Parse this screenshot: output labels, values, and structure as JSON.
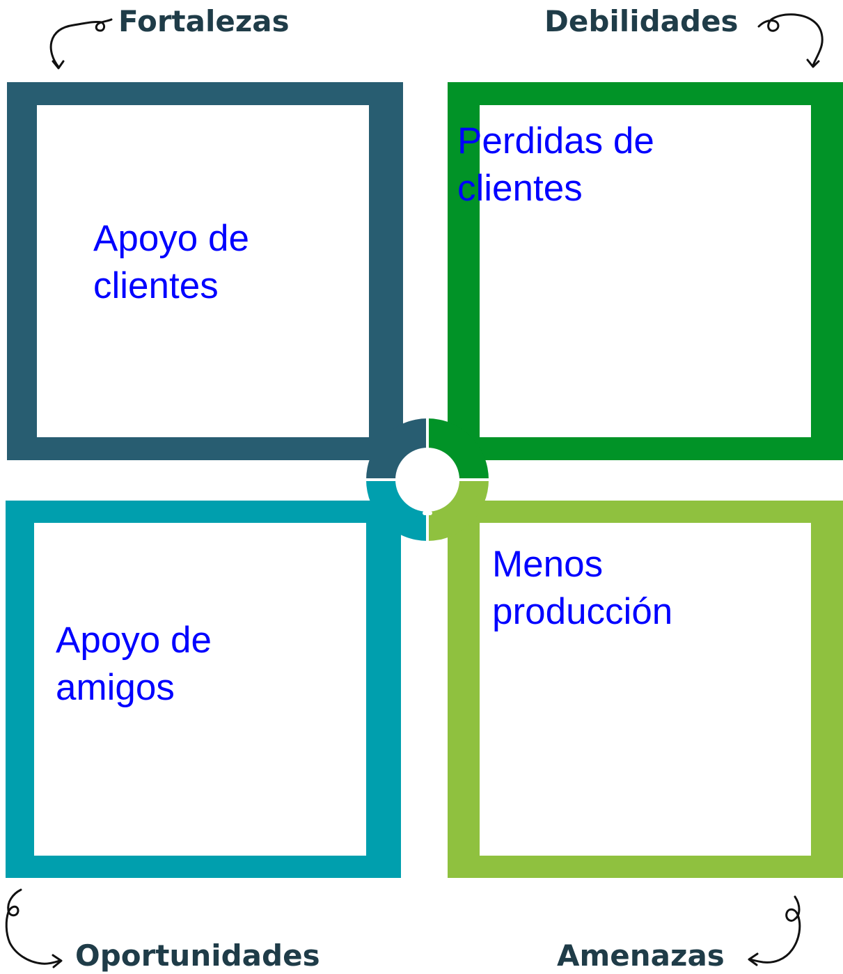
{
  "colors": {
    "heading": "#1f3c48",
    "fortalezas": "#285d71",
    "debilidades": "#019327",
    "oportunidades": "#009fae",
    "amenazas": "#8fc13f",
    "text": "#0000ff"
  },
  "quadrants": {
    "fortalezas": {
      "heading": "Fortalezas",
      "line1": "Apoyo de",
      "line2": "clientes"
    },
    "debilidades": {
      "heading": "Debilidades",
      "line1": "Perdidas de",
      "line2": "clientes"
    },
    "oportunidades": {
      "heading": "Oportunidades",
      "line1": "Apoyo de",
      "line2": "amigos"
    },
    "amenazas": {
      "heading": "Amenazas",
      "line1": "Menos",
      "line2": "producción"
    }
  },
  "icons": {
    "center": "lightbulb-icon",
    "arrows": "curly-arrow-icon"
  }
}
